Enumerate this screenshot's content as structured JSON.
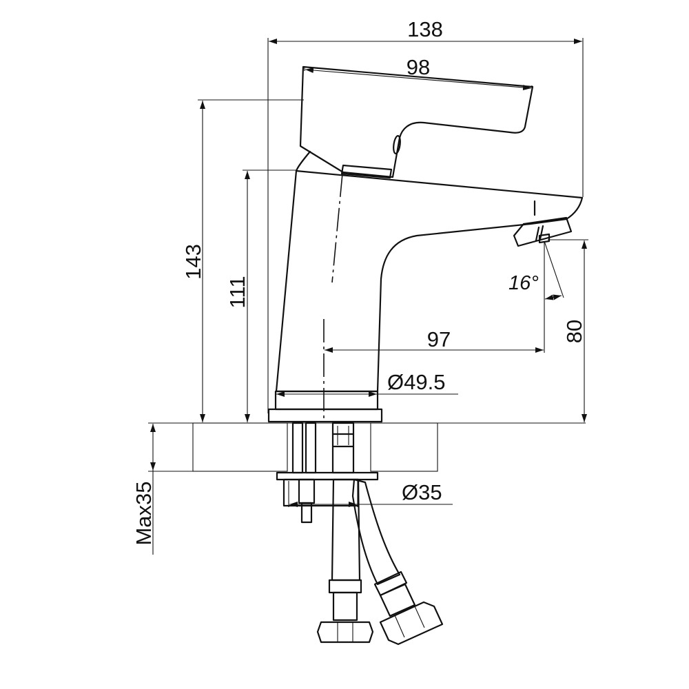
{
  "dimensions": {
    "overall_width": "138",
    "handle_length": "98",
    "overall_height": "143",
    "body_height": "111",
    "spout_reach": "97",
    "spout_clearance": "80",
    "spout_angle": "16°",
    "base_diameter": "Ø49.5",
    "shank_diameter": "Ø35",
    "max_counter_thickness": "Max35"
  },
  "colors": {
    "line": "#111111",
    "background": "#ffffff"
  }
}
